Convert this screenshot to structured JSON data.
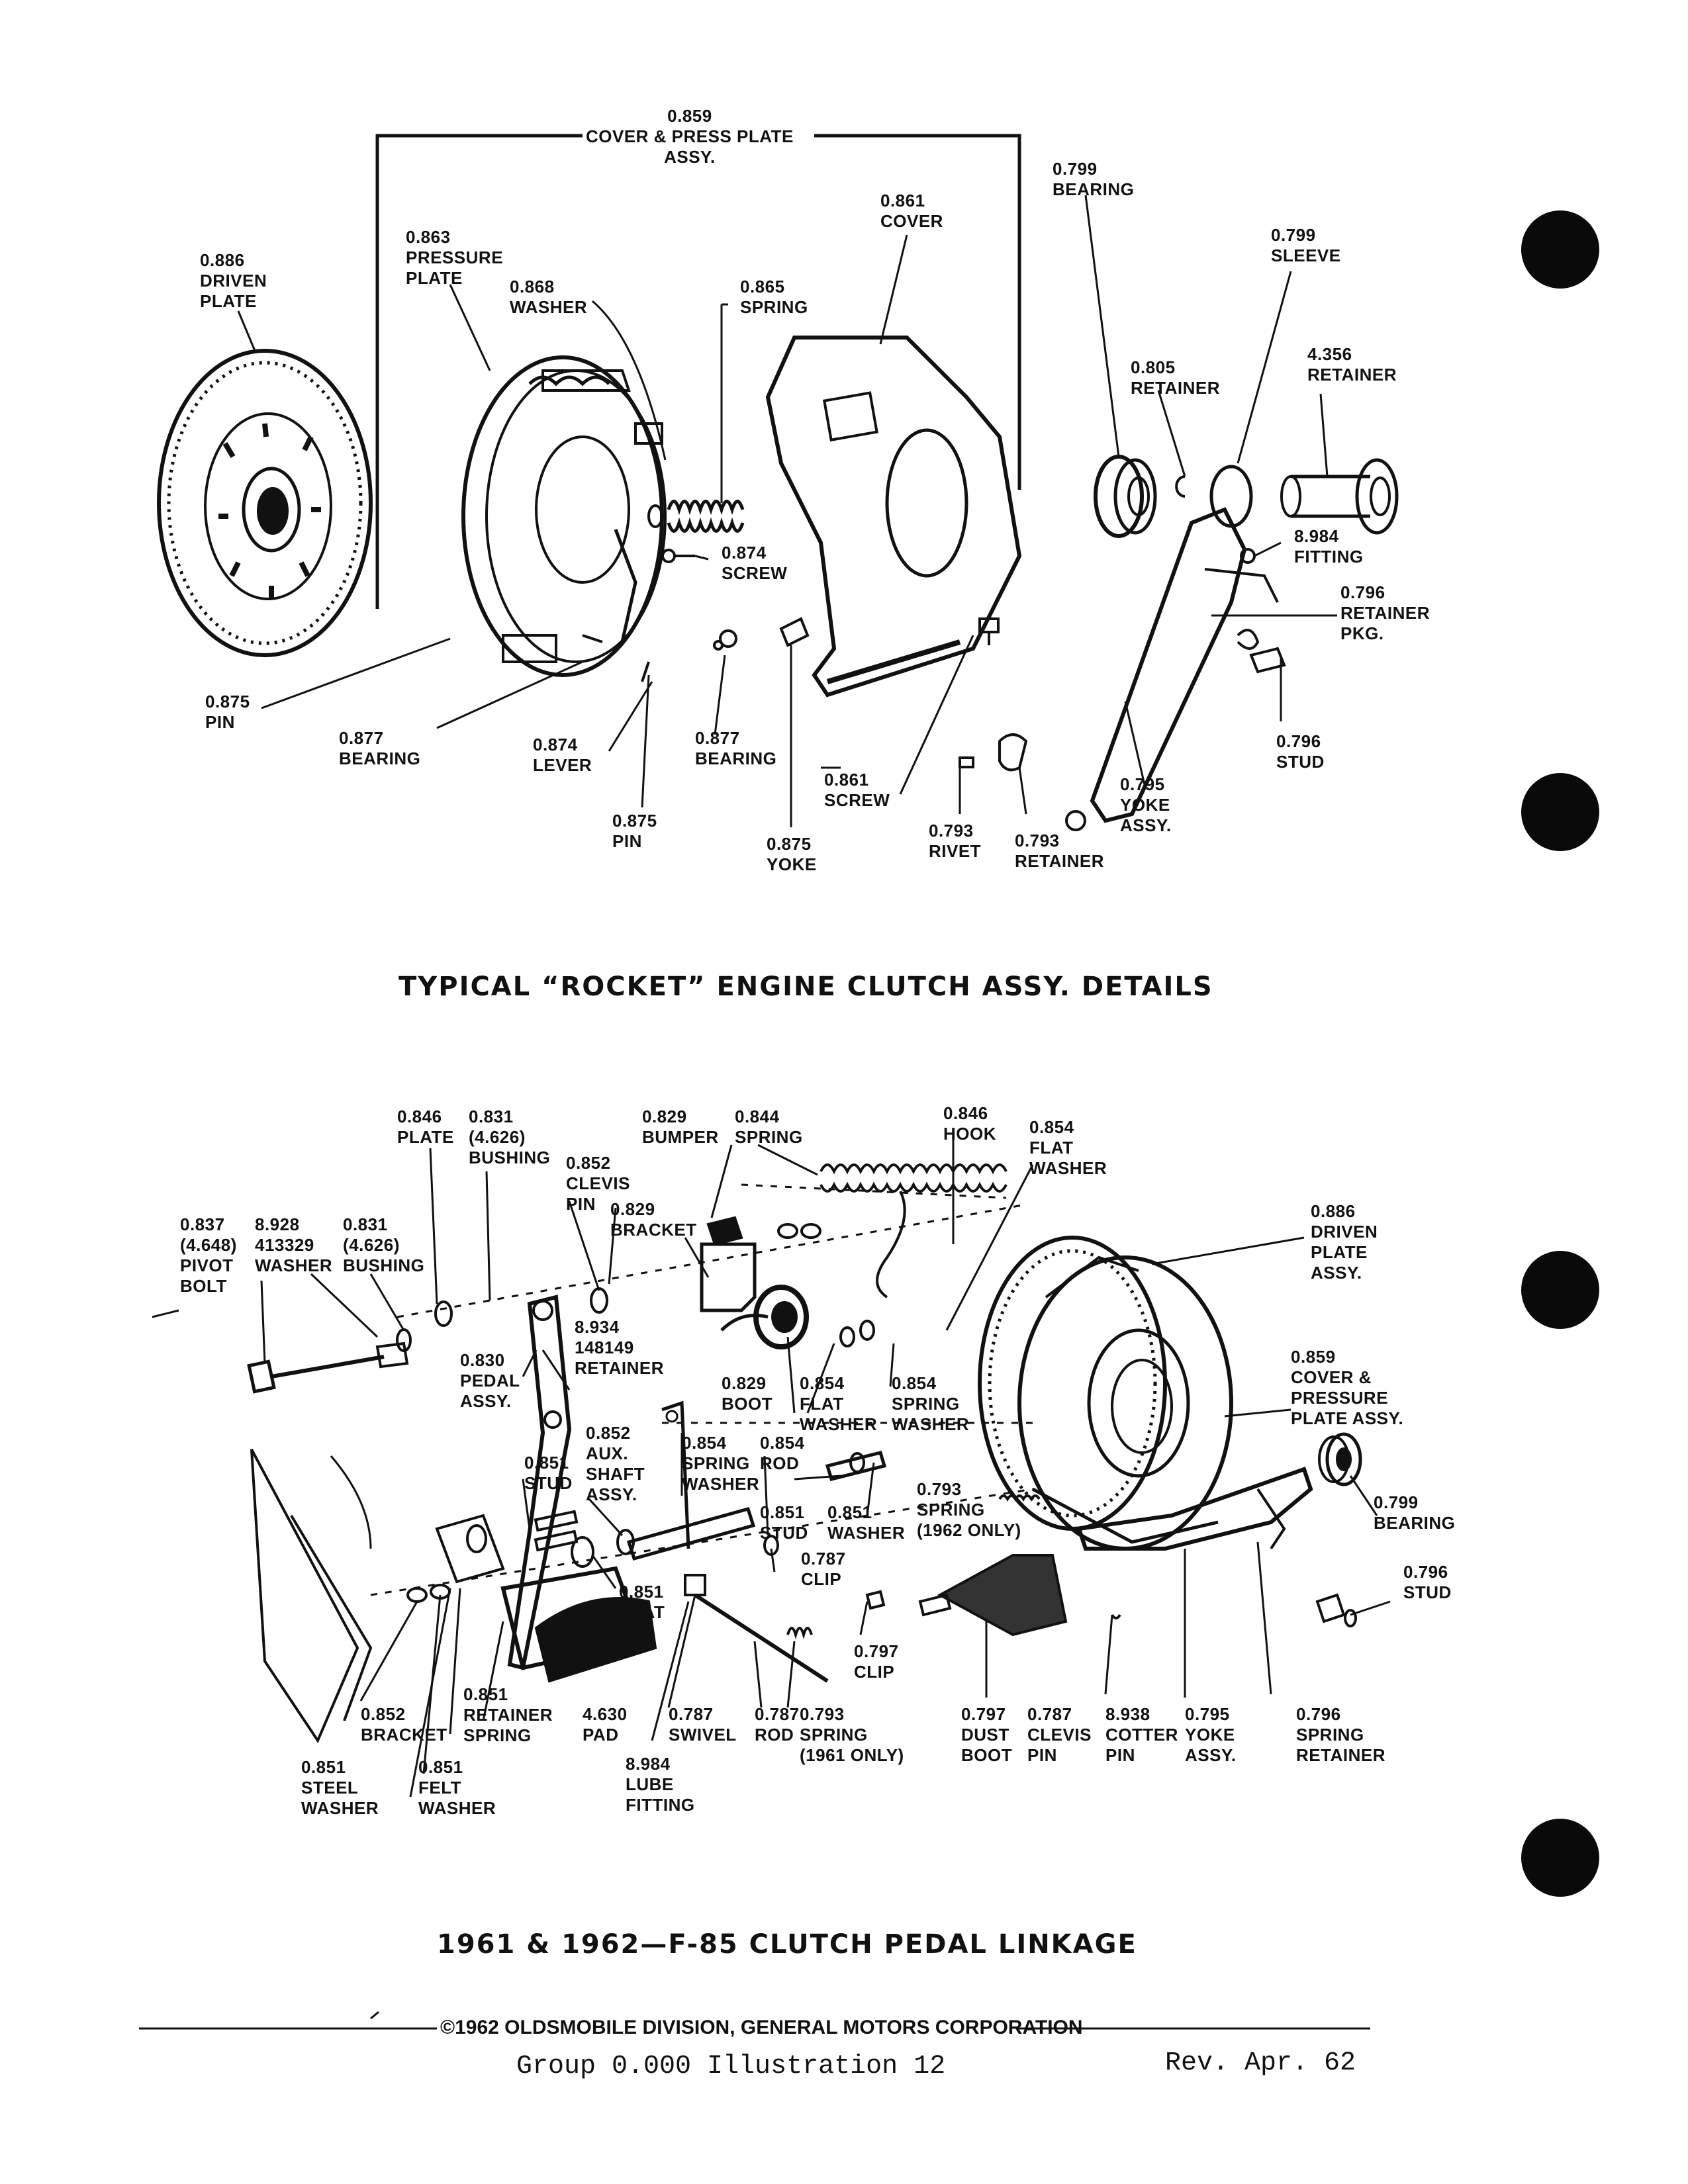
{
  "figure1": {
    "caption": "TYPICAL “ROCKET” ENGINE CLUTCH ASSY. DETAILS",
    "labels": {
      "cover_press_plate": "0.859\nCOVER & PRESS PLATE\nASSY.",
      "bearing_0799": "0.799\nBEARING",
      "cover_0861": "0.861\nCOVER",
      "pressure_plate": "0.863\nPRESSURE\nPLATE",
      "sleeve_0799": "0.799\nSLEEVE",
      "driven_plate": "0.886\nDRIVEN\nPLATE",
      "washer_0868": "0.868\nWASHER",
      "spring_0865": "0.865\nSPRING",
      "retainer_0805": "0.805\nRETAINER",
      "retainer_4356": "4.356\nRETAINER",
      "fitting_8984": "8.984\nFITTING",
      "screw_0874": "0.874\nSCREW",
      "retainer_pkg_0796": "0.796\nRETAINER\nPKG.",
      "pin_0875_a": "0.875\nPIN",
      "bearing_0877_a": "0.877\nBEARING",
      "lever_0874": "0.874\nLEVER",
      "bearing_0877_b": "0.877\nBEARING",
      "stud_0796": "0.796\nSTUD",
      "screw_0861": "0.861\nSCREW",
      "yoke_assy_0795": "0.795\nYOKE\nASSY.",
      "pin_0875_b": "0.875\nPIN",
      "yoke_0875": "0.875\nYOKE",
      "rivet_0793": "0.793\nRIVET",
      "retainer_0793": "0.793\nRETAINER"
    }
  },
  "figure2": {
    "caption": "1961 & 1962—F-85 CLUTCH PEDAL LINKAGE",
    "labels": {
      "plate_0846": "0.846\nPLATE",
      "bushing_0831_top": "0.831\n(4.626)\nBUSHING",
      "bumper_0829": "0.829\nBUMPER",
      "spring_0844": "0.844\nSPRING",
      "hook_0846": "0.846\nHOOK",
      "flat_washer_0854_top": "0.854\nFLAT\nWASHER",
      "clevis_pin_0852": "0.852\nCLEVIS\nPIN",
      "bracket_0829": "0.829\nBRACKET",
      "pivot_bolt_0837": "0.837\n(4.648)\nPIVOT\nBOLT",
      "washer_8928": "8.928\n413329\nWASHER",
      "bushing_0831_left": "0.831\n(4.626)\nBUSHING",
      "driven_plate_assy_0886": "0.886\nDRIVEN\nPLATE\nASSY.",
      "retainer_8934": "8.934\n148149\nRETAINER",
      "pedal_assy_0830": "0.830\nPEDAL\nASSY.",
      "boot_0829": "0.829\nBOOT",
      "flat_washer_0854_mid": "0.854\nFLAT\nWASHER",
      "spring_washer_0854_mid": "0.854\nSPRING\nWASHER",
      "cover_pressure_plate_0859": "0.859\nCOVER &\nPRESSURE\nPLATE ASSY.",
      "aux_shaft_0852": "0.852\nAUX.\nSHAFT\nASSY.",
      "stud_0851_left": "0.851\nSTUD",
      "spring_washer_0854_low": "0.854\nSPRING\nWASHER",
      "rod_0854": "0.854\nROD",
      "spring_0793_1962": "0.793\nSPRING\n(1962 ONLY)",
      "stud_0851_mid": "0.851\nSTUD",
      "washer_0851": "0.851\nWASHER",
      "bearing_0799": "0.799\nBEARING",
      "clip_0787": "0.787\nCLIP",
      "stud_0796": "0.796\nSTUD",
      "seat_0851": "0.851\nSEAT",
      "clip_0797": "0.797\nCLIP",
      "bracket_0852": "0.852\nBRACKET",
      "retainer_spring_0851": "0.851\nRETAINER\nSPRING",
      "pad_4630": "4.630\nPAD",
      "swivel_0787": "0.787\nSWIVEL",
      "rod_0787": "0.787\nROD",
      "spring_0793_1961": "0.793\nSPRING\n(1961 ONLY)",
      "dust_boot_0797": "0.797\nDUST\nBOOT",
      "clevis_pin_0787": "0.787\nCLEVIS\nPIN",
      "cotter_pin_8938": "8.938\nCOTTER\nPIN",
      "yoke_assy_0795": "0.795\nYOKE\nASSY.",
      "spring_retainer_0796": "0.796\nSPRING\nRETAINER",
      "steel_washer_0851": "0.851\nSTEEL\nWASHER",
      "felt_washer_0851": "0.851\nFELT\nWASHER",
      "lube_fitting_8984": "8.984\nLUBE\nFITTING"
    }
  },
  "footer": {
    "copyright": "©1962 OLDSMOBILE DIVISION, GENERAL MOTORS CORPORATION",
    "group": "Group  0.000  Illustration 12",
    "revision": "Rev. Apr.  62"
  },
  "colors": {
    "ink": "#111111",
    "paper": "#ffffff",
    "hole": "#0a0a0a"
  }
}
